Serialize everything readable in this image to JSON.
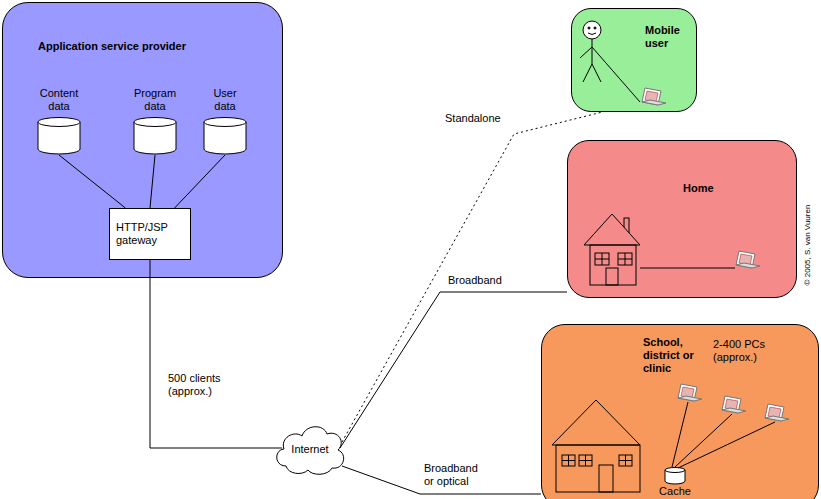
{
  "diagram": {
    "nodes": [
      {
        "text": [
          "Application service provider"
        ]
      },
      {
        "text": [
          "Content data"
        ],
        "in": 0
      },
      {
        "text": [
          "Program data"
        ],
        "in": 0
      },
      {
        "text": [
          "User data"
        ],
        "in": 0
      },
      {
        "text": [
          "HTTP/JSP gateway"
        ],
        "in": 0
      },
      {
        "text": [
          "Internet"
        ]
      },
      {
        "text": [
          "Mobile user"
        ]
      },
      {
        "text": [
          "Home"
        ]
      },
      {
        "text": [
          "School, district or clinic",
          "2-400 PCs (approx.)"
        ]
      },
      {
        "text": [
          "Cache"
        ],
        "in": 8
      }
    ],
    "edges": [
      {
        "from": 1,
        "to": 4,
        "arrow": "none"
      },
      {
        "from": 2,
        "to": 4,
        "arrow": "none"
      },
      {
        "from": 3,
        "to": 4,
        "arrow": "none"
      },
      {
        "from": 4,
        "to": 5,
        "label": "500 clients (approx.)",
        "arrow": "none"
      },
      {
        "from": 5,
        "to": 6,
        "label": "Standalone",
        "arrow": "none"
      },
      {
        "from": 5,
        "to": 7,
        "label": "Broadband",
        "arrow": "none"
      },
      {
        "from": 5,
        "to": 8,
        "label": "Broadband or optical",
        "arrow": "none"
      }
    ],
    "labels": [
      "© 2005, S. van Vuuren"
    ]
  }
}
